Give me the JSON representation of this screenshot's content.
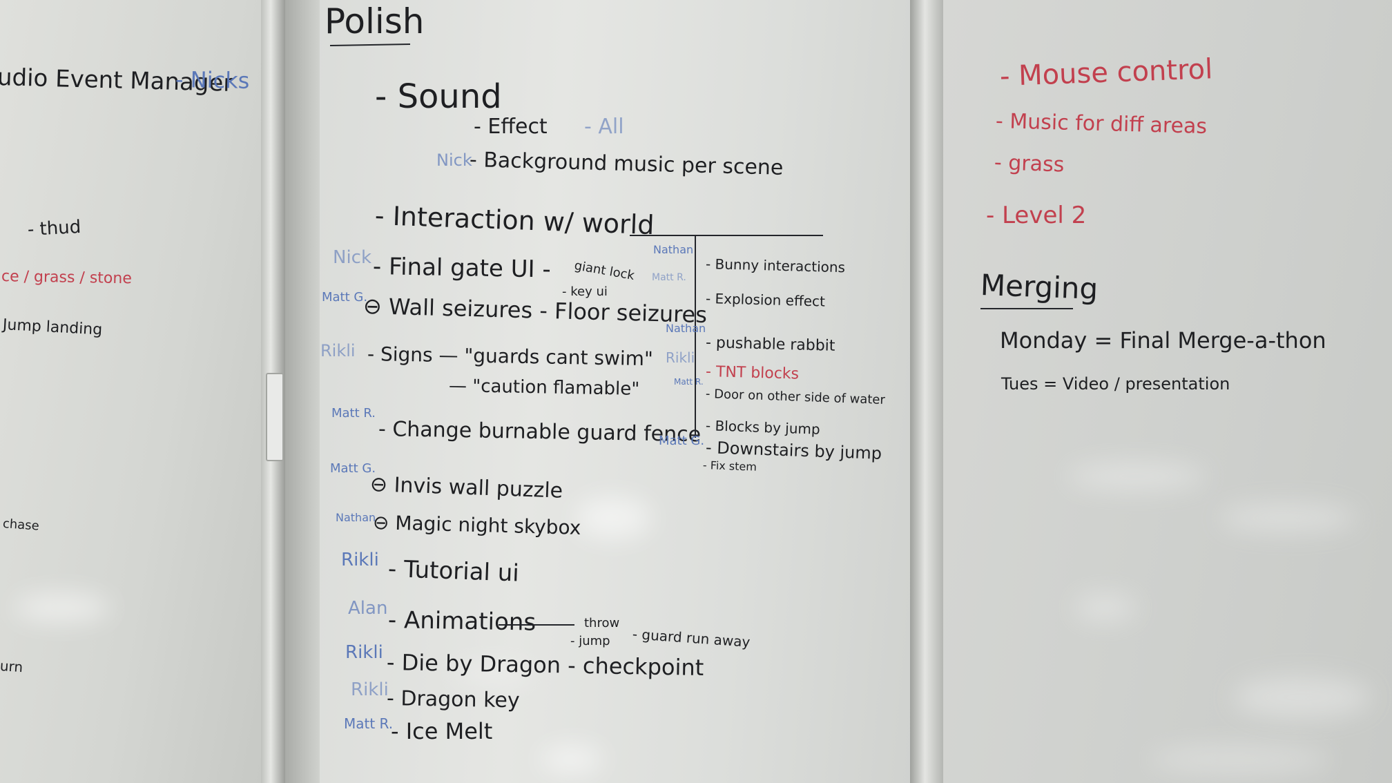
{
  "left_board": {
    "audio_manager": "udio Event Manager",
    "nicks": "- Nicks",
    "thud": "- thud",
    "surfaces": "ce / grass / stone",
    "jump_landing": "Jump landing",
    "chase": "chase",
    "urn": "urn"
  },
  "center_board": {
    "title": "Polish",
    "sound": "- Sound",
    "effect": "- Effect",
    "all": "- All",
    "nick_1": "Nick",
    "background_music": "- Background music per scene",
    "interaction": "- Interaction w/ world",
    "left_items": [
      {
        "owner": "Nick",
        "text": "- Final gate UI -"
      },
      {
        "owner": "Matt G.",
        "text": "⊖ Wall seizures - Floor seizures"
      },
      {
        "owner": "Rikli",
        "text": "- Signs — \"guards cant swim\""
      },
      {
        "owner": "",
        "text": "— \"caution flamable\""
      },
      {
        "owner": "Matt R.",
        "text": "- Change burnable guard fence"
      },
      {
        "owner": "Matt G.",
        "text": "⊖ Invis wall puzzle"
      },
      {
        "owner": "Nathan",
        "text": "⊖ Magic night skybox"
      },
      {
        "owner": "Rikli",
        "text": "- Tutorial ui"
      },
      {
        "owner": "Alan",
        "text": "- Animations"
      },
      {
        "owner": "Rikli",
        "text": "- Die by Dragon - checkpoint"
      },
      {
        "owner": "Rikli",
        "text": "- Dragon key"
      },
      {
        "owner": "Matt R.",
        "text": "- Ice Melt"
      }
    ],
    "gate_sub": [
      "giant lock",
      "- key ui"
    ],
    "anim_sub": [
      "throw",
      "- jump"
    ],
    "guard_run": "- guard run away",
    "right_items": [
      {
        "owner": "Nathan",
        "text": "- Bunny interactions",
        "color": "#1e1f22"
      },
      {
        "owner": "Matt R.",
        "text": "- Explosion effect",
        "color": "#1e1f22"
      },
      {
        "owner": "Nathan",
        "text": "- pushable rabbit",
        "color": "#1e1f22"
      },
      {
        "owner": "Rikli",
        "text": "- TNT blocks",
        "color": "#c2404e"
      },
      {
        "owner": "Matt R.",
        "text": "- Door on other side of water",
        "color": "#1e1f22"
      },
      {
        "owner": "",
        "text": "- Blocks by jump",
        "color": "#1e1f22"
      },
      {
        "owner": "Matt G.",
        "text": "- Downstairs by jump",
        "color": "#1e1f22"
      },
      {
        "owner": "",
        "text": "- Fix stem",
        "color": "#1e1f22"
      }
    ]
  },
  "right_board": {
    "todo": [
      "- Mouse control",
      "- Music for diff areas",
      "- grass",
      "- Level 2"
    ],
    "merging_title": "Merging",
    "monday": "Monday = Final Merge-a-thon",
    "tues": "Tues = Video / presentation"
  },
  "colors": {
    "marker_black": "#1e1f22",
    "marker_blue": "#5b78b8",
    "marker_red": "#c2404e"
  }
}
